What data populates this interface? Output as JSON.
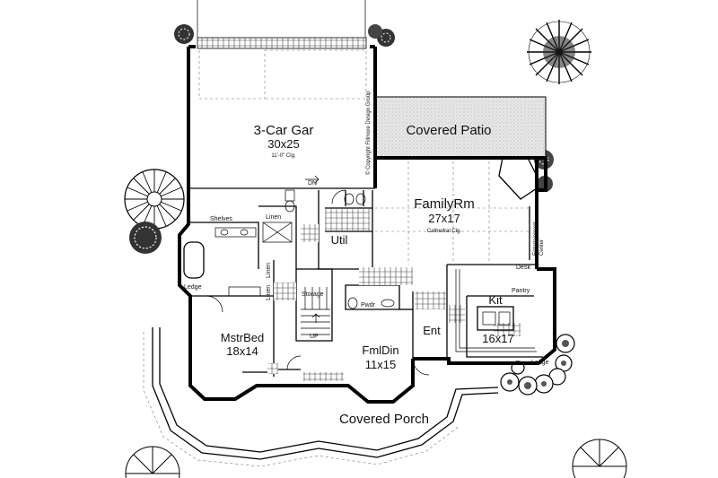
{
  "plan": {
    "rooms": {
      "garage": {
        "name": "3-Car Gar",
        "size": "30x25",
        "note": "11'-0\" Clg."
      },
      "patio": {
        "name": "Covered Patio"
      },
      "family": {
        "name": "FamilyRm",
        "size": "27x17",
        "note": "Cathedral Clg."
      },
      "util": {
        "name": "Util"
      },
      "master": {
        "name": "MstrBed",
        "size": "18x14"
      },
      "dining": {
        "name": "FmlDin",
        "size": "11x15"
      },
      "entry": {
        "name": "Ent"
      },
      "kitchen": {
        "name": "Kit",
        "size": "16x17"
      },
      "porch": {
        "name": "Covered Porch"
      }
    },
    "small_labels": {
      "shelves": "Shelves",
      "linen1": "Linen",
      "linen2": "Linen",
      "linen3": "Linen",
      "ledge1": "Ledge",
      "ledge2": "Ledge",
      "dn": "DN",
      "up": "UP",
      "storage": "Storage",
      "pwdr": "Pwdr",
      "desk": "Desk",
      "pantry": "Pantry",
      "entertainment": "Entertainment",
      "center": "Center"
    },
    "copyright": "© Copyright Fillmore Design Group"
  }
}
